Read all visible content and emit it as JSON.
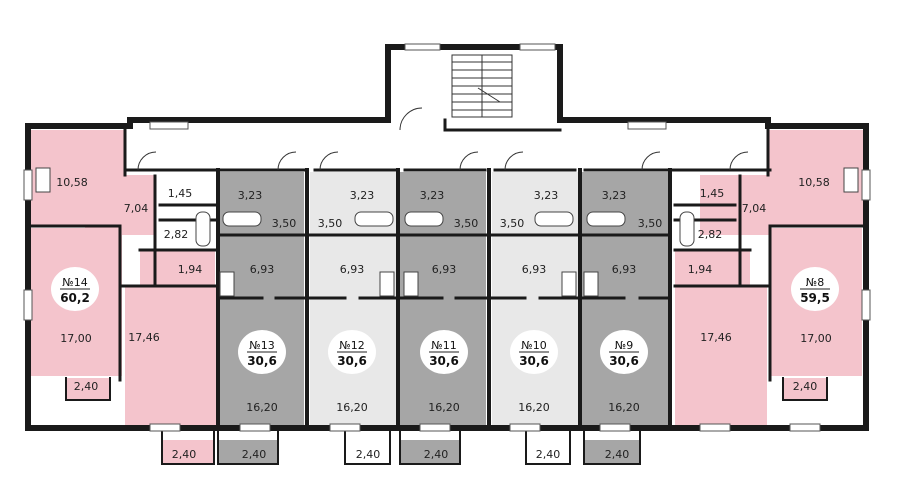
{
  "colors": {
    "wall": "#1a1a1a",
    "pink": "#f4c4cc",
    "dark_gray": "#a6a6a6",
    "light_gray": "#e8e8e8",
    "floor": "#ffffff",
    "badge": "#ffffff"
  },
  "apartments": [
    {
      "id": "apt-14",
      "number": "№14",
      "area": "60,2",
      "tone": "pink",
      "rooms": [
        "10,58",
        "7,04",
        "1,45",
        "2,82",
        "1,94",
        "17,00",
        "17,46",
        "2,40",
        "2,40"
      ]
    },
    {
      "id": "apt-13",
      "number": "№13",
      "area": "30,6",
      "tone": "dark",
      "rooms": [
        "3,23",
        "3,50",
        "6,93",
        "16,20",
        "2,40"
      ]
    },
    {
      "id": "apt-12",
      "number": "№12",
      "area": "30,6",
      "tone": "light",
      "rooms": [
        "3,23",
        "3,50",
        "6,93",
        "16,20",
        "2,40"
      ]
    },
    {
      "id": "apt-11",
      "number": "№11",
      "area": "30,6",
      "tone": "dark",
      "rooms": [
        "3,23",
        "3,50",
        "6,93",
        "16,20",
        "2,40"
      ]
    },
    {
      "id": "apt-10",
      "number": "№10",
      "area": "30,6",
      "tone": "light",
      "rooms": [
        "3,23",
        "3,50",
        "6,93",
        "16,20",
        "2,40"
      ]
    },
    {
      "id": "apt-9",
      "number": "№9",
      "area": "30,6",
      "tone": "dark",
      "rooms": [
        "3,23",
        "3,50",
        "6,93",
        "16,20",
        "2,40"
      ]
    },
    {
      "id": "apt-8",
      "number": "№8",
      "area": "59,5",
      "tone": "pink",
      "rooms": [
        "10,58",
        "7,04",
        "1,45",
        "2,82",
        "1,94",
        "17,00",
        "17,46",
        "2,40"
      ]
    }
  ]
}
